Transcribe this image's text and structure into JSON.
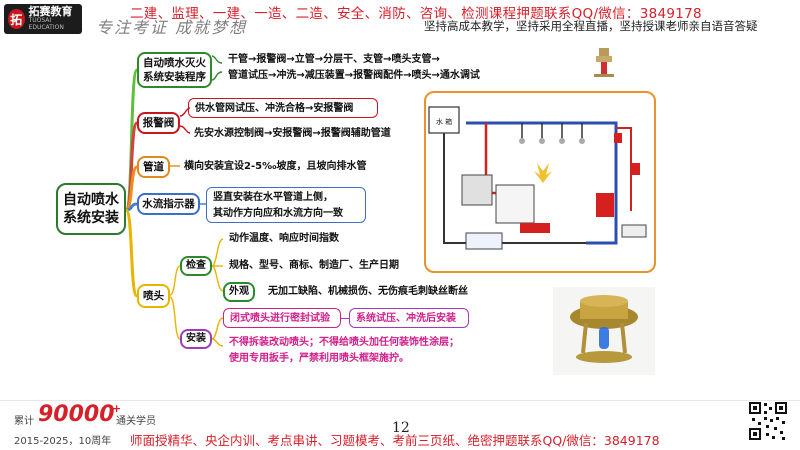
{
  "header": {
    "logo_text": "拓赛教育",
    "logo_sub": "TUOSAI EDUCATION",
    "topbar": "二建、监理、一建、一造、二造、安全、消防、咨询、检测课程押题联系QQ/微信：3849178",
    "slogan": "专注考证 成就梦想",
    "subbar": "坚持高成本教学，坚持采用全程直播，坚持授课老师亲自语音答疑"
  },
  "mindmap": {
    "root": "自动喷水\n系统安装",
    "branches": {
      "install": {
        "label": "自动喷水灭火\n系统安装程序",
        "line1": "干管→报警阀→立管→分层干、支管→喷头支管→",
        "line2": "管道试压→冲洗→减压装置→报警阀配件→喷头→通水调试"
      },
      "alarm": {
        "label": "报警阀",
        "line1": "供水管网试压、冲洗合格→安报警阀",
        "line2": "先安水源控制阀→安报警阀→报警阀辅助管道"
      },
      "pipe": {
        "label": "管道",
        "text": "横向安装宜设2-5‰坡度，且坡向排水管"
      },
      "flow": {
        "label": "水流指示器",
        "line1": "竖直安装在水平管道上侧，",
        "line2": "其动作方向应和水流方向一致"
      },
      "sprinkler": {
        "label": "喷头",
        "check": {
          "label": "检查",
          "item1": "动作温度、响应时间指数",
          "item2": "规格、型号、商标、制造厂、生产日期",
          "appearance_label": "外观",
          "appearance": "无加工缺陷、机械损伤、无伤痕毛刺缺丝断丝"
        },
        "install": {
          "label": "安装",
          "seal": "闭式喷头进行密封试验",
          "after": "系统试压、冲洗后安装",
          "rule1": "不得拆装改动喷头；不得给喷头加任何装饰性涂层；",
          "rule2": "使用专用扳手，严禁利用喷头框架施拧。"
        }
      }
    }
  },
  "diagram": {
    "water_tank": "水 箱"
  },
  "footer": {
    "stat_prefix": "累计",
    "stat_num": "90000",
    "stat_plus": "+",
    "stat_label": "通关学员",
    "years": "2015-2025，10周年",
    "promo": "师面授精华、央企内训、考点串讲、习题模考、考前三页纸、绝密押题联系QQ/微信：3849178",
    "page": "12"
  }
}
